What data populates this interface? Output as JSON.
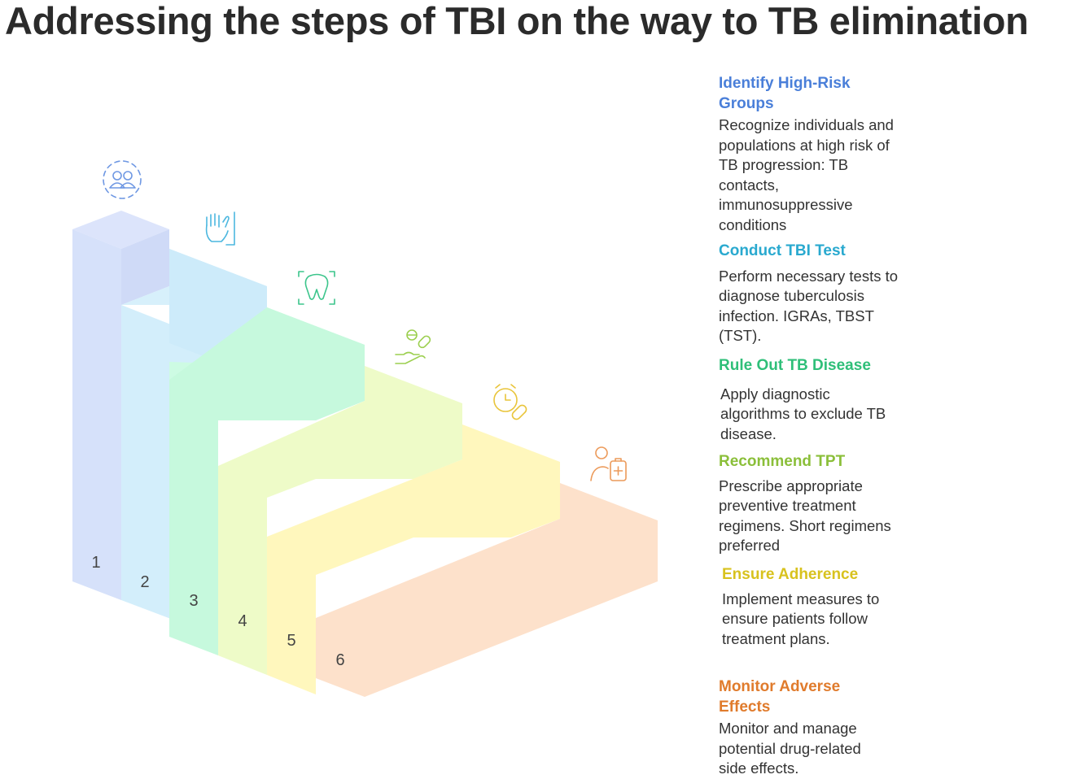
{
  "title": "Addressing the steps of TBI on the way to TB elimination",
  "steps": [
    {
      "number": "1",
      "heading": "Identify High-Risk Groups",
      "description": "Recognize individuals and populations at high risk of TB progression: TB contacts, immunosuppressive conditions",
      "icon": "user-group-icon",
      "color": "#4a7fd9"
    },
    {
      "number": "2",
      "heading": "Conduct TBI Test",
      "description": "Perform necessary tests to diagnose tuberculosis infection. IGRAs, TBST (TST).",
      "icon": "hand-icon",
      "color": "#29a9cf"
    },
    {
      "number": "3",
      "heading": "Rule Out TB Disease",
      "description": "Apply diagnostic algorithms to exclude TB disease.",
      "icon": "tooth-scan-icon",
      "color": "#2fbf79"
    },
    {
      "number": "4",
      "heading": "Recommend TPT",
      "description": "Prescribe appropriate preventive treatment regimens. Short regimens preferred",
      "icon": "hand-pills-icon",
      "color": "#8bbf3a"
    },
    {
      "number": "5",
      "heading": "Ensure Adherence",
      "description": "Implement measures to ensure patients follow treatment plans.",
      "icon": "alarm-pill-icon",
      "color": "#d8c21e"
    },
    {
      "number": "6",
      "heading": "Monitor Adverse Effects",
      "description": "Monitor and manage potential drug-related side effects.",
      "icon": "patient-clipboard-icon",
      "color": "#e07b2c"
    }
  ]
}
